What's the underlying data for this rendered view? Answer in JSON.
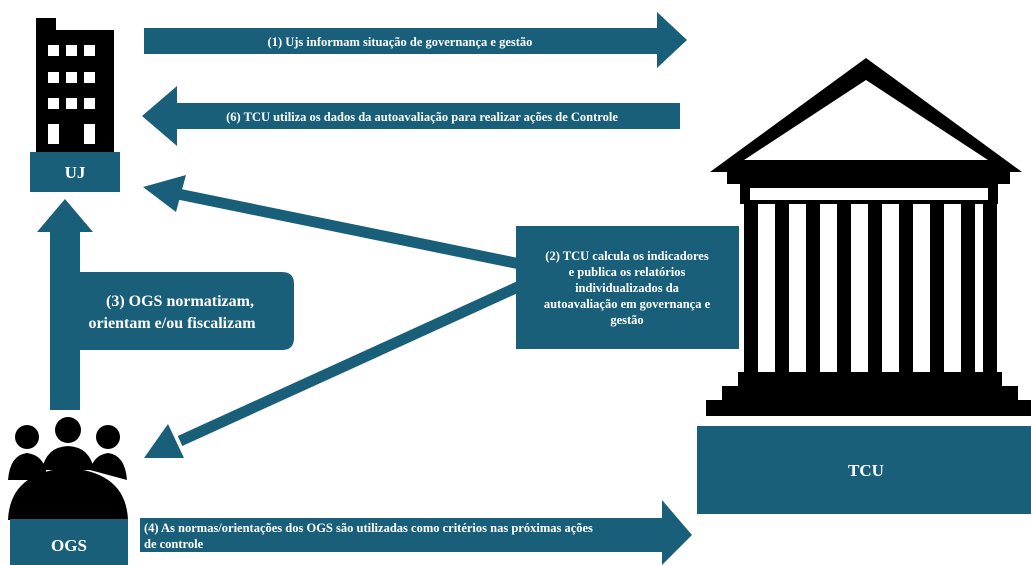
{
  "entities": {
    "uj": "UJ",
    "tcu": "TCU",
    "ogs": "OGS"
  },
  "arrows": {
    "step1": "(1) Ujs informam situação de governança e gestão",
    "step6": "(6) TCU utiliza os dados da autoavaliação para realizar ações de Controle",
    "step3_line1": "(3) OGS normatizam,",
    "step3_line2": "orientam e/ou fiscalizam",
    "step4_line1": "(4) As normas/orientações dos OGS são utilizadas como critérios nas próximas ações",
    "step4_line2": "de controle"
  },
  "callout": {
    "line1": "(2) TCU calcula os indicadores",
    "line2": "e publica os relatórios",
    "line3": "individualizados da",
    "line4": "autoavaliação em governança e",
    "line5": "gestão"
  },
  "colors": {
    "teal": "#1a5f7a",
    "black": "#000000",
    "white": "#ffffff"
  },
  "icons": {
    "uj": "building-icon",
    "tcu": "courthouse-icon",
    "ogs": "group-of-people-icon"
  }
}
